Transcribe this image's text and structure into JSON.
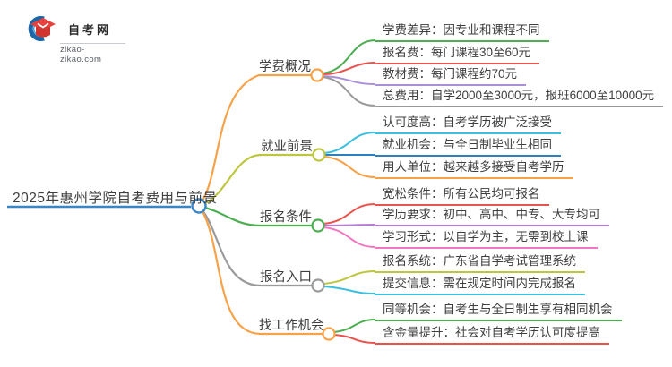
{
  "logo": {
    "site_name": "自考网",
    "site_url": "zikao-zikao.com"
  },
  "root": {
    "label": "2025年惠州学院自考费用与前景",
    "color": "#3a85c6"
  },
  "palette": {
    "orange": "#f7a148",
    "olive": "#bdc63e",
    "green": "#4cae50",
    "gray": "#9a9a9a",
    "red": "#e8534e",
    "purple": "#a98fd8",
    "cyan": "#3bbfdf",
    "blue": "#2e7fc0",
    "pink": "#f178c0",
    "root_blue": "#3a85c6"
  },
  "branches": [
    {
      "label": "学费概况",
      "color": "#f7a148",
      "children": [
        {
          "label": "学费差异：因专业和课程不同",
          "color": "#4cae50"
        },
        {
          "label": "报名费：每门课程30至60元",
          "color": "#e8534e"
        },
        {
          "label": "教材费：每门课程约70元",
          "color": "#a98fd8"
        },
        {
          "label": "总费用：自学2000至3000元，报班6000至10000元",
          "color": "#9a9a9a"
        }
      ]
    },
    {
      "label": "就业前景",
      "color": "#bdc63e",
      "children": [
        {
          "label": "认可度高：自考学历被广泛接受",
          "color": "#3bbfdf"
        },
        {
          "label": "就业机会：与全日制毕业生相同",
          "color": "#2e7fc0"
        },
        {
          "label": "用人单位：越来越多接受自考学历",
          "color": "#f7a148"
        }
      ]
    },
    {
      "label": "报名条件",
      "color": "#4cae50",
      "children": [
        {
          "label": "宽松条件：所有公民均可报名",
          "color": "#e8534e"
        },
        {
          "label": "学历要求：初中、高中、中专、大专均可",
          "color": "#b57bd5"
        },
        {
          "label": "学习形式：以自学为主，无需到校上课",
          "color": "#f178c0"
        }
      ]
    },
    {
      "label": "报名入口",
      "color": "#9a9a9a",
      "children": [
        {
          "label": "报名系统：广东省自学考试管理系统",
          "color": "#bdc63e"
        },
        {
          "label": "提交信息：需在规定时间内完成报名",
          "color": "#3bbfdf"
        }
      ]
    },
    {
      "label": "找工作机会",
      "color": "#f7a148",
      "children": [
        {
          "label": "同等机会：自考生与全日制生享有相同机会",
          "color": "#4cae50"
        },
        {
          "label": "含金量提升：社会对自考学历认可度提高",
          "color": "#e8534e"
        }
      ]
    }
  ]
}
